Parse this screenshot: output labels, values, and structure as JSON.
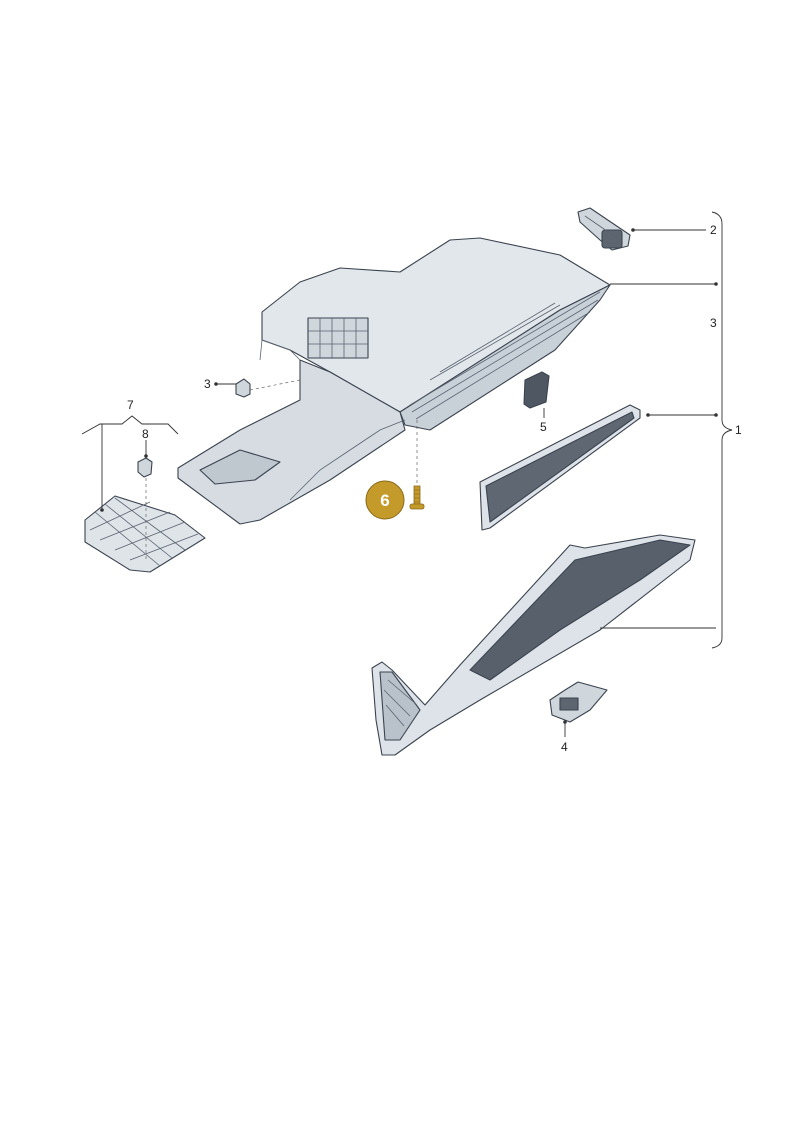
{
  "diagram": {
    "accent_color": "#c49a2a",
    "part_fill": "#dde3e8",
    "part_fill_dark": "#b9c2cb",
    "part_fill_deep": "#4f5862",
    "callouts": {
      "c1": "1",
      "c2": "2",
      "c3_right": "3",
      "c3_left": "3",
      "c4": "4",
      "c5": "5",
      "c6": "6",
      "c7": "7",
      "c8": "8"
    }
  }
}
